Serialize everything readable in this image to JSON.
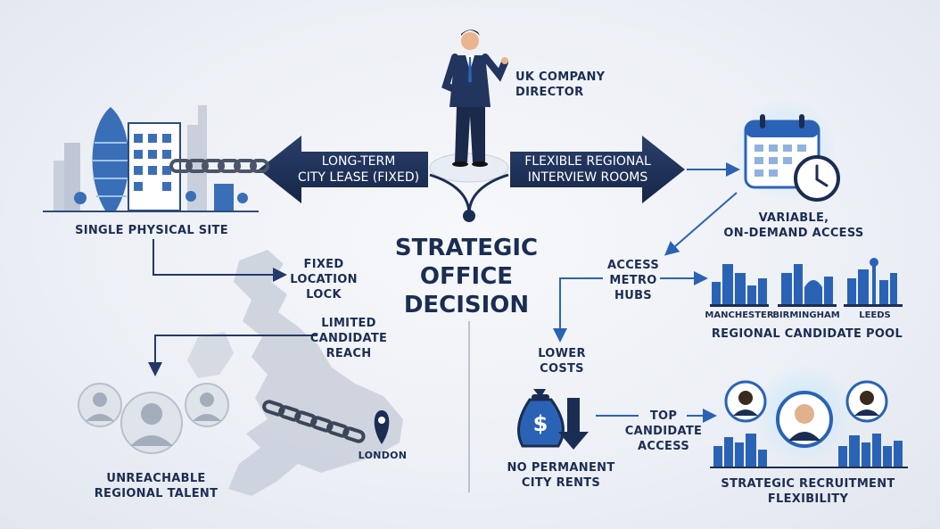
{
  "director": {
    "label": "UK COMPANY\nDIRECTOR"
  },
  "center": {
    "title": "STRATEGIC\nOFFICE\nDECISION"
  },
  "left_arrow": {
    "label": "LONG-TERM\nCITY LEASE (FIXED)"
  },
  "right_arrow": {
    "label": "FLEXIBLE REGIONAL\nINTERVIEW ROOMS"
  },
  "left": {
    "site_label": "SINGLE PHYSICAL SITE",
    "lock_label": "FIXED\nLOCATION\nLOCK",
    "reach_label": "LIMITED\nCANDIDATE\nREACH",
    "talent_label": "UNREACHABLE\nREGIONAL TALENT",
    "london_label": "LONDON"
  },
  "right": {
    "access_label": "VARIABLE,\nON-DEMAND ACCESS",
    "hubs_label": "ACCESS\nMETRO\nHUBS",
    "cities": [
      "MANCHESTER",
      "BIRMINGHAM",
      "LEEDS"
    ],
    "pool_label": "REGIONAL CANDIDATE POOL",
    "costs_label": "LOWER\nCOSTS",
    "rents_label": "NO PERMANENT\nCITY RENTS",
    "top_label": "TOP\nCANDIDATE\nACCESS",
    "flex_label": "STRATEGIC RECRUITMENT\nFLEXIBILITY"
  },
  "colors": {
    "navy": "#1b2d52",
    "accent": "#2a63b5",
    "glow": "#8fd0f5",
    "map": "#c9cfdb"
  }
}
